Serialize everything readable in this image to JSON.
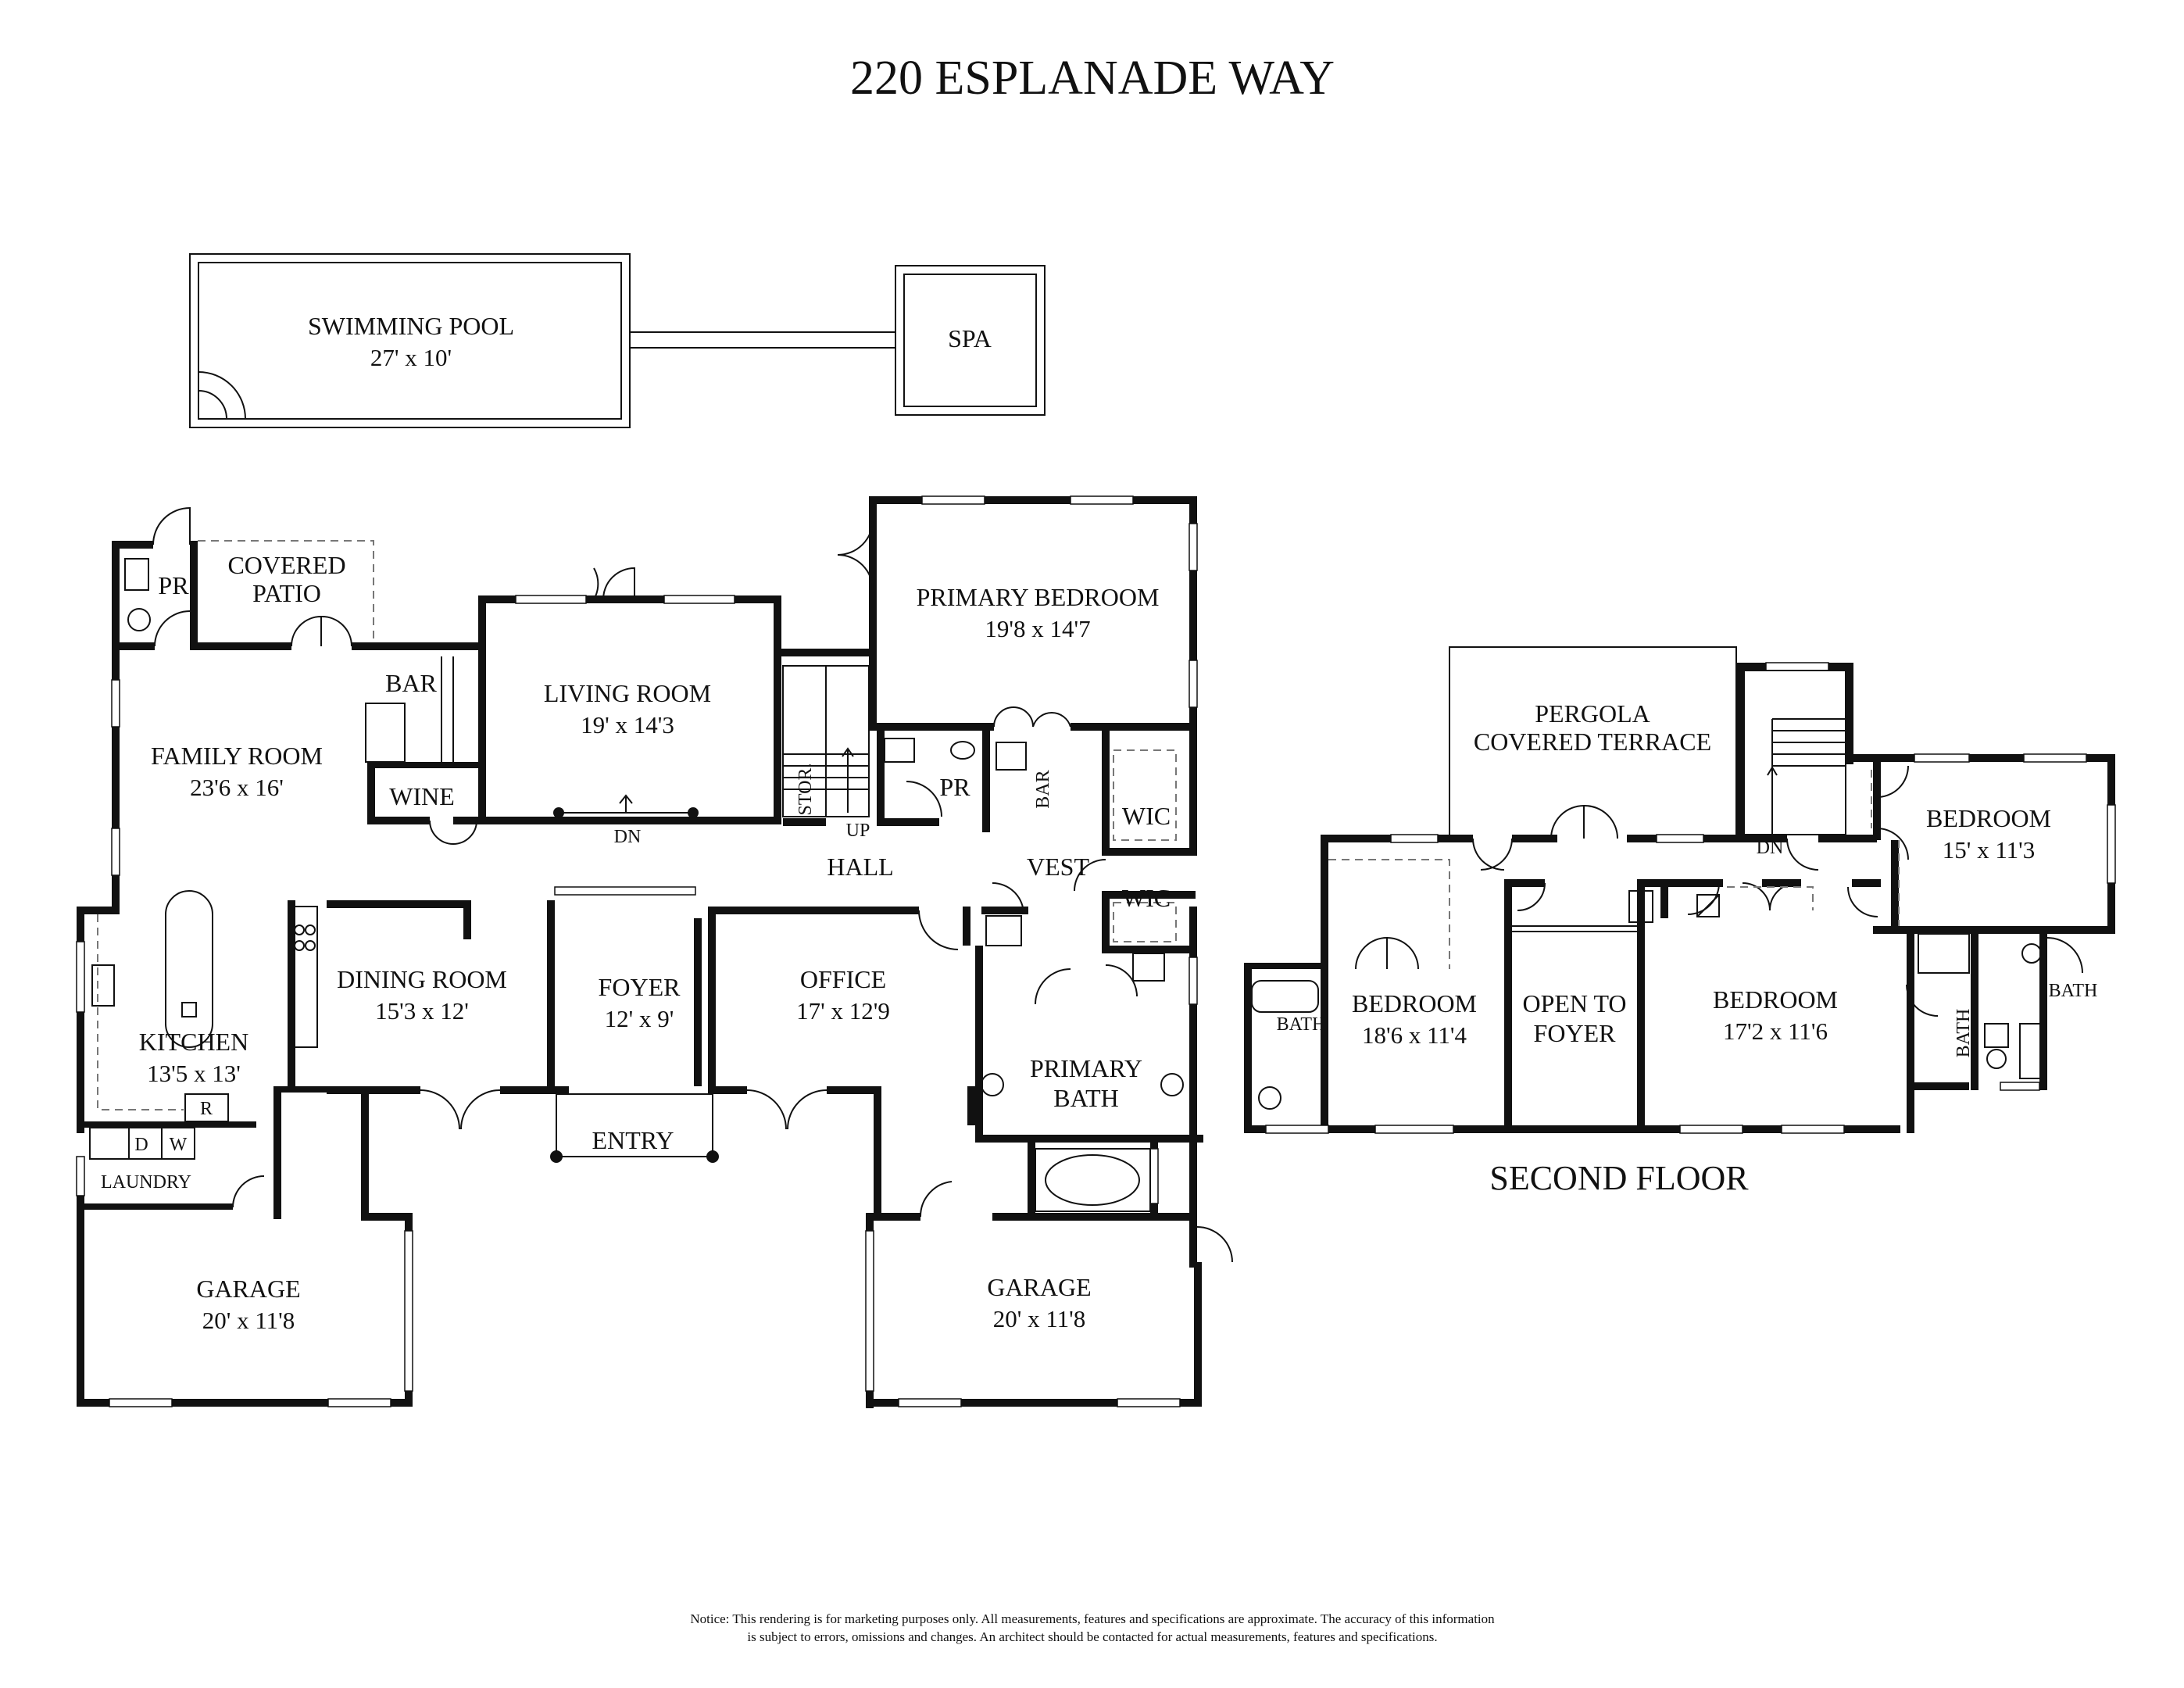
{
  "title": "220 ESPLANADE WAY",
  "second_floor_label": "SECOND FLOOR",
  "notice": {
    "line1": "Notice: This rendering is for marketing purposes only. All measurements, features and specifications are approximate. The accuracy of this information",
    "line2": "is subject to errors, omissions and changes. An architect should be contacted for actual measurements, features and specifications."
  },
  "exterior": {
    "pool_name": "SWIMMING POOL",
    "pool_dim": "27' x 10'",
    "spa": "SPA"
  },
  "first_floor": {
    "pr_top": "PR",
    "covered_patio_1": "COVERED",
    "covered_patio_2": "PATIO",
    "bar": "BAR",
    "family_room": "FAMILY ROOM",
    "family_room_dim": "23'6 x 16'",
    "wine": "WINE",
    "living_room": "LIVING ROOM",
    "living_room_dim": "19' x 14'3",
    "dn": "DN",
    "stor": "STOR.",
    "up": "UP",
    "pr_mid": "PR",
    "bar_vert": "BAR",
    "primary_bedroom": "PRIMARY BEDROOM",
    "primary_bedroom_dim": "19'8 x 14'7",
    "wic_1": "WIC",
    "wic_2": "WIC",
    "hall": "HALL",
    "vest": "VEST",
    "dining_room": "DINING ROOM",
    "dining_room_dim": "15'3 x 12'",
    "foyer": "FOYER",
    "foyer_dim": "12' x 9'",
    "office": "OFFICE",
    "office_dim": "17' x 12'9",
    "kitchen": "KITCHEN",
    "kitchen_dim": "13'5 x 13'",
    "fridge": "R",
    "dryer": "D",
    "washer": "W",
    "laundry": "LAUNDRY",
    "entry": "ENTRY",
    "primary_bath_1": "PRIMARY",
    "primary_bath_2": "BATH",
    "garage_left": "GARAGE",
    "garage_left_dim": "20' x 11'8",
    "garage_right": "GARAGE",
    "garage_right_dim": "20' x 11'8"
  },
  "second_floor": {
    "pergola_1": "PERGOLA",
    "pergola_2": "COVERED TERRACE",
    "dn": "DN",
    "bedroom_right": "BEDROOM",
    "bedroom_right_dim": "15' x 11'3",
    "bath_left": "BATH",
    "bedroom_left": "BEDROOM",
    "bedroom_left_dim": "18'6 x 11'4",
    "open_to_1": "OPEN TO",
    "open_to_2": "FOYER",
    "bedroom_mid": "BEDROOM",
    "bedroom_mid_dim": "17'2 x 11'6",
    "bath_right": "BATH",
    "bath_vert": "BATH"
  }
}
